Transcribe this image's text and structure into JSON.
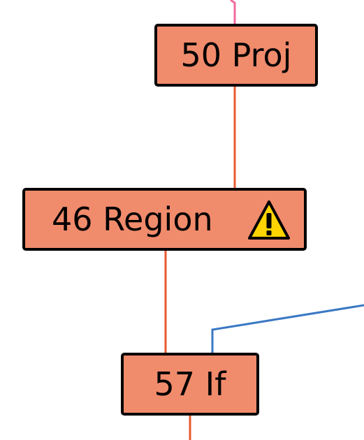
{
  "colors": {
    "node_fill": "#f08b6c",
    "node_border": "#000000",
    "edge_orange": "#e85a2e",
    "edge_pink": "#f06a9e",
    "edge_blue": "#3a78c4",
    "warning_fill": "#ffd400"
  },
  "nodes": [
    {
      "id": "50",
      "label": "50 Proj"
    },
    {
      "id": "46",
      "label": "46 Region",
      "icon": "warning-icon"
    },
    {
      "id": "57",
      "label": "57 If"
    }
  ]
}
